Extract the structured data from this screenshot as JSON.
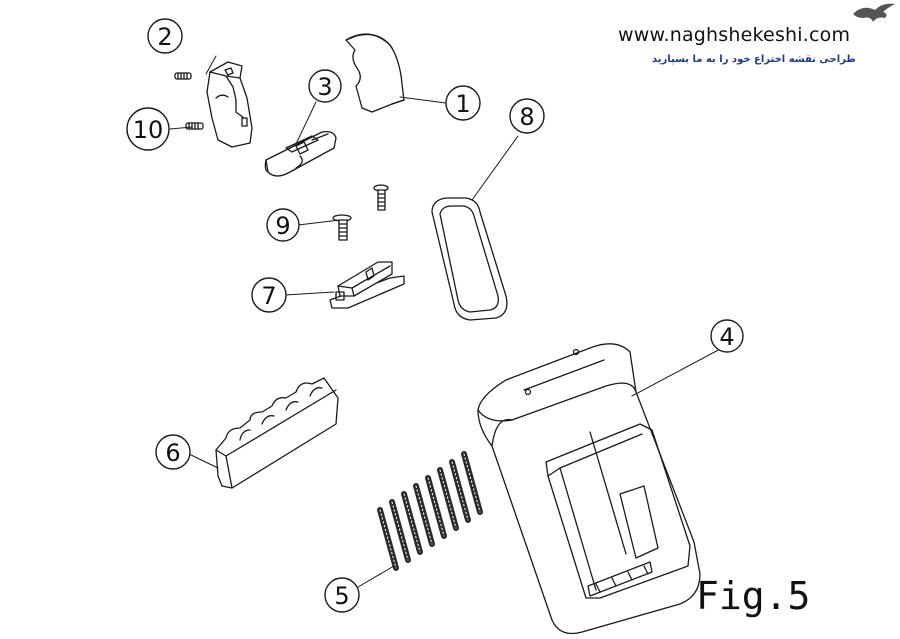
{
  "watermark": {
    "url": "www.naghshekeshi.com",
    "subtitle": "طراحی نقشه اختراع خود را به ما بسپارید"
  },
  "figure_label": "Fig.5",
  "callouts": [
    "1",
    "2",
    "3",
    "4",
    "5",
    "6",
    "7",
    "8",
    "9",
    "10"
  ],
  "colors": {
    "line": "#1a1a1a",
    "subtitle": "#1e3a8a"
  }
}
